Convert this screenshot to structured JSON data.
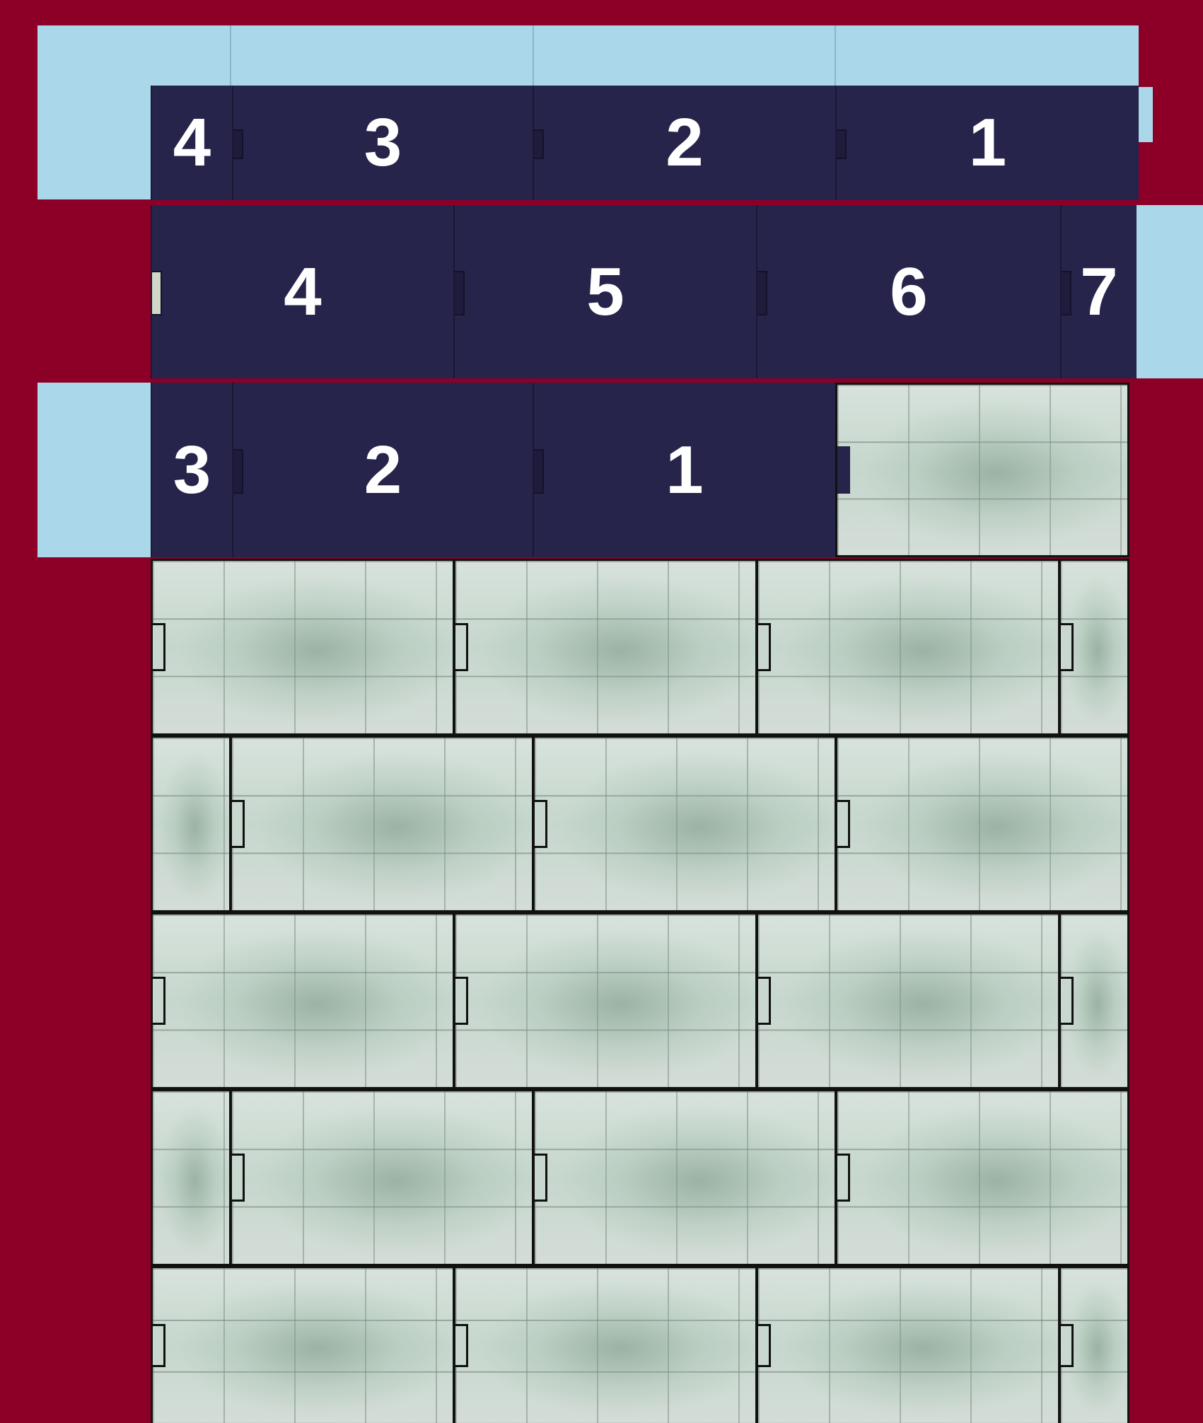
{
  "colors": {
    "background": "#8c0027",
    "light_blue": "#aad8ea",
    "navy": "#27244b",
    "numeral": "#ffffff",
    "stone": "#cfdcd4"
  },
  "rows": {
    "row1": {
      "labels": [
        "4",
        "3",
        "2",
        "1"
      ]
    },
    "row2": {
      "labels": [
        "4",
        "5",
        "6",
        "7"
      ]
    },
    "row3": {
      "labels": [
        "3",
        "2",
        "1"
      ]
    }
  },
  "texture_name": "stone-wall-tile"
}
